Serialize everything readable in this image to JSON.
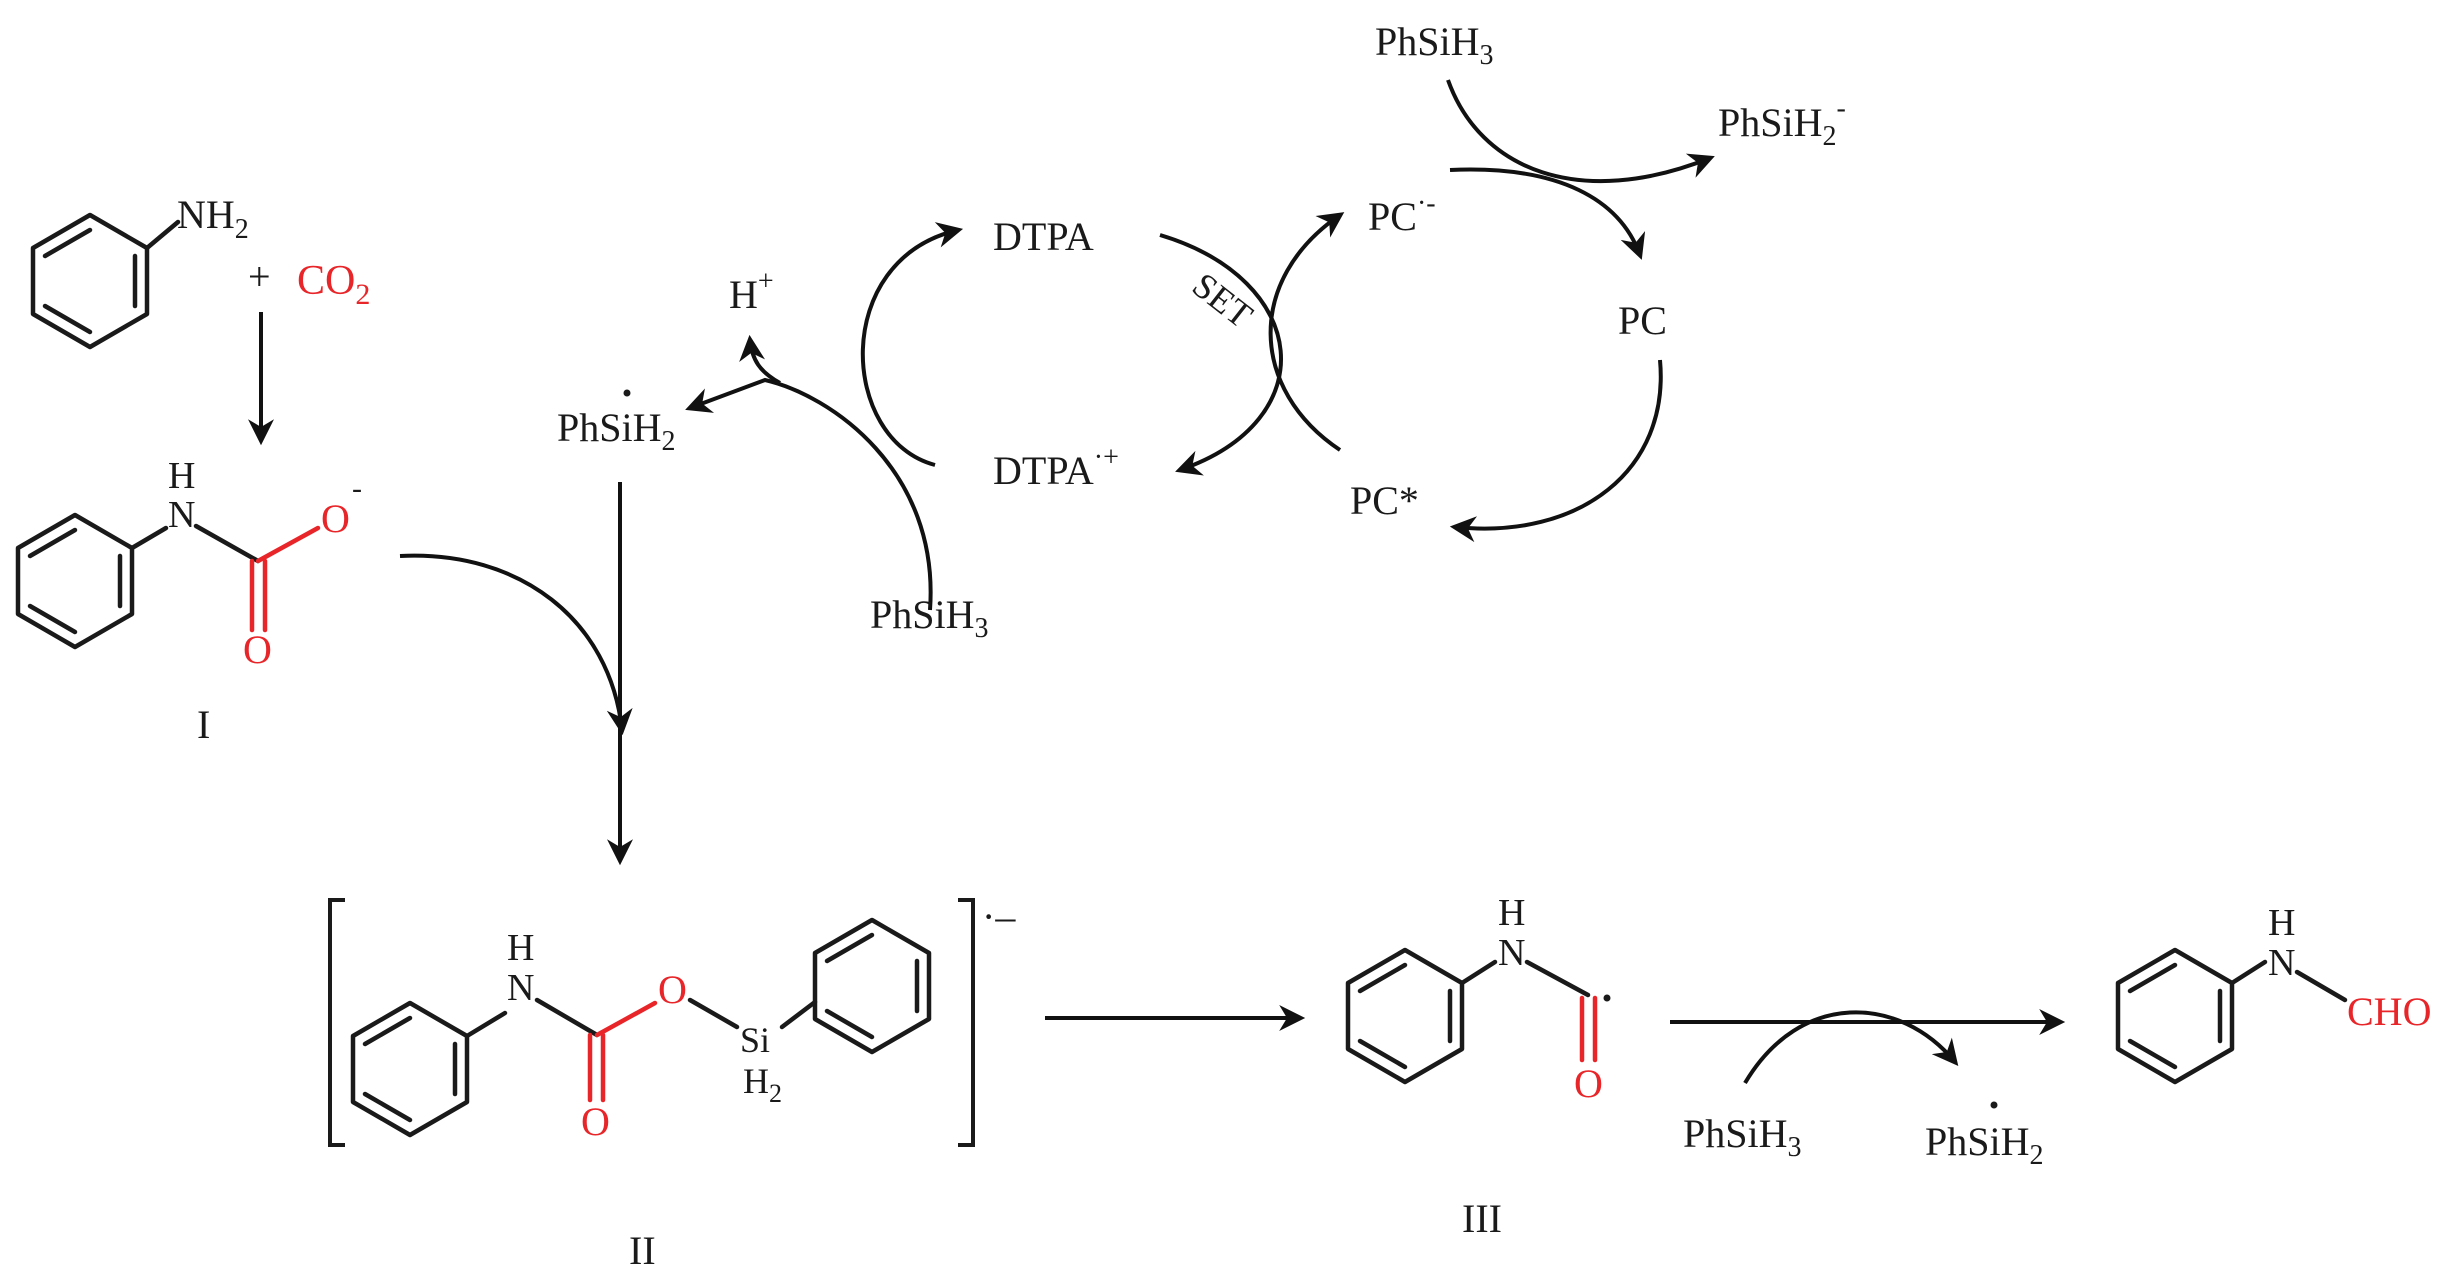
{
  "reagents": {
    "nh2": "NH",
    "nh2_sub": "2",
    "plus": "+",
    "co2": "CO",
    "co2_sub": "2",
    "h_label": "H",
    "n_label": "N",
    "o_label": "O",
    "o_minus": "-",
    "si_label": "Si",
    "h2_label": "H",
    "h2_sub": "2",
    "cho": "CHO",
    "radical_dot": "·"
  },
  "cycle": {
    "dtpa": "DTPA",
    "dtpa_cation": "DTPA",
    "dtpa_cation_sup": "·+",
    "set": "SET",
    "h_plus": "H",
    "h_plus_sup": "+",
    "phsih2_radical": "PhSiH",
    "phsih2_radical_sub": "2",
    "phsih3_bottom": "PhSiH",
    "phsih3_bottom_sub": "3",
    "phsih3_top": "PhSiH",
    "phsih3_top_sub": "3",
    "phsih2_anion": "PhSiH",
    "phsih2_anion_sub": "2",
    "phsih2_anion_sup": "-",
    "pc_anion": "PC",
    "pc_anion_sup": "·-",
    "pc": "PC",
    "pc_star": "PC*"
  },
  "bottom": {
    "bracket_charge": "·–",
    "phsih3": "PhSiH",
    "phsih3_sub": "3",
    "phsih2": "PhSiH",
    "phsih2_sub": "2"
  },
  "labels": {
    "intermediate_1": "I",
    "intermediate_2": "II",
    "intermediate_3": "III"
  },
  "colors": {
    "black": "#1a1a1a",
    "red": "#e8262a",
    "background": "#ffffff"
  }
}
